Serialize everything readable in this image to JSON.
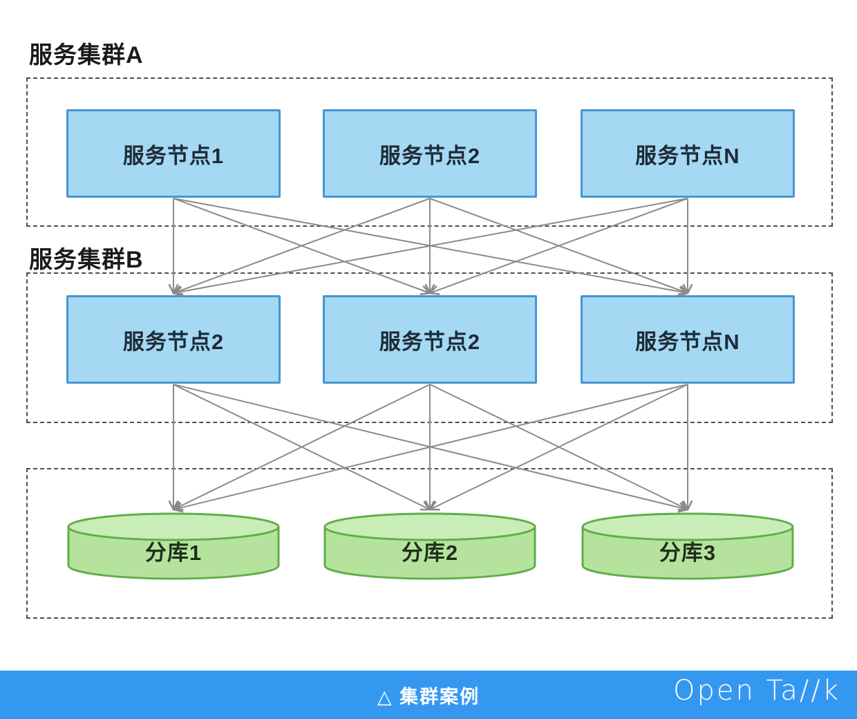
{
  "clusters": [
    {
      "id": "A",
      "label": "服务集群A",
      "nodes": [
        {
          "id": "A1",
          "label": "服务节点1"
        },
        {
          "id": "A2",
          "label": "服务节点2"
        },
        {
          "id": "A3",
          "label": "服务节点N"
        }
      ]
    },
    {
      "id": "B",
      "label": "服务集群B",
      "nodes": [
        {
          "id": "B1",
          "label": "服务节点2"
        },
        {
          "id": "B2",
          "label": "服务节点2"
        },
        {
          "id": "B3",
          "label": "服务节点N"
        }
      ]
    }
  ],
  "databases": {
    "nodes": [
      {
        "id": "D1",
        "label": "分库1"
      },
      {
        "id": "D2",
        "label": "分库2"
      },
      {
        "id": "D3",
        "label": "分库3"
      }
    ]
  },
  "edges": [
    {
      "from": "A1",
      "to": "B1"
    },
    {
      "from": "A1",
      "to": "B2"
    },
    {
      "from": "A1",
      "to": "B3"
    },
    {
      "from": "A2",
      "to": "B1"
    },
    {
      "from": "A2",
      "to": "B2"
    },
    {
      "from": "A2",
      "to": "B3"
    },
    {
      "from": "A3",
      "to": "B1"
    },
    {
      "from": "A3",
      "to": "B2"
    },
    {
      "from": "A3",
      "to": "B3"
    },
    {
      "from": "B1",
      "to": "D1"
    },
    {
      "from": "B1",
      "to": "D2"
    },
    {
      "from": "B1",
      "to": "D3"
    },
    {
      "from": "B2",
      "to": "D1"
    },
    {
      "from": "B2",
      "to": "D2"
    },
    {
      "from": "B2",
      "to": "D3"
    },
    {
      "from": "B3",
      "to": "D1"
    },
    {
      "from": "B3",
      "to": "D2"
    },
    {
      "from": "B3",
      "to": "D3"
    }
  ],
  "footer": {
    "caption": "△ 集群案例",
    "logo": "Open Ta//k"
  },
  "colors": {
    "node_fill": "#a5d8f3",
    "node_border": "#4696d2",
    "db_fill": "#b5e39d",
    "db_top_fill": "#c9edb7",
    "db_border": "#5fae49",
    "arrow_color": "#8a8a8a",
    "boundary_color": "#4d4d4d",
    "bar_color": "#3598f0"
  }
}
